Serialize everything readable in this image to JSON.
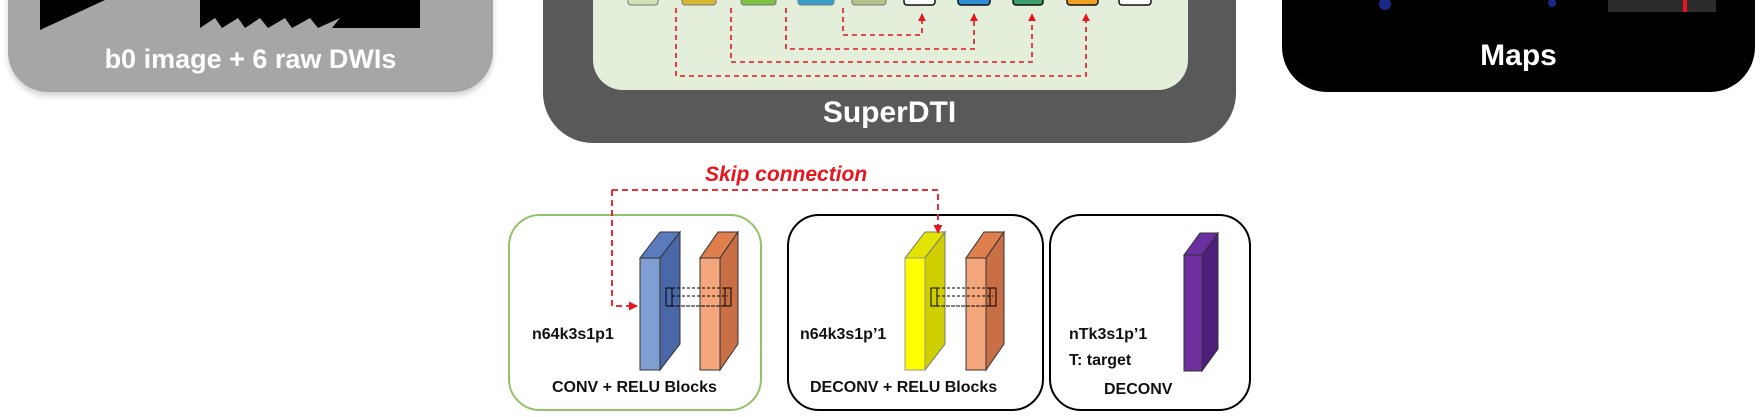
{
  "input_panel": {
    "label": "b0 image + 6 raw DWIs"
  },
  "superdti_panel": {
    "label": "SuperDTI"
  },
  "maps_panel": {
    "label": "Maps"
  },
  "skip_label": "Skip connection",
  "conv_box": {
    "params": "n64k3s1p1",
    "caption": "CONV + RELU Blocks"
  },
  "deconv_box": {
    "params": "n64k3s1p’1",
    "caption": "DECONV + RELU Blocks"
  },
  "final_box": {
    "params": "nTk3s1p’1",
    "target": "T: target",
    "caption": "DECONV"
  },
  "colors": {
    "conv_layer": "#7f9fd3",
    "relu_layer": "#f4a77c",
    "deconv_layer": "#ffff00",
    "final_layer": "#7030a0",
    "skip_arrow": "#e8141e",
    "conv_border": "#92c16a"
  }
}
